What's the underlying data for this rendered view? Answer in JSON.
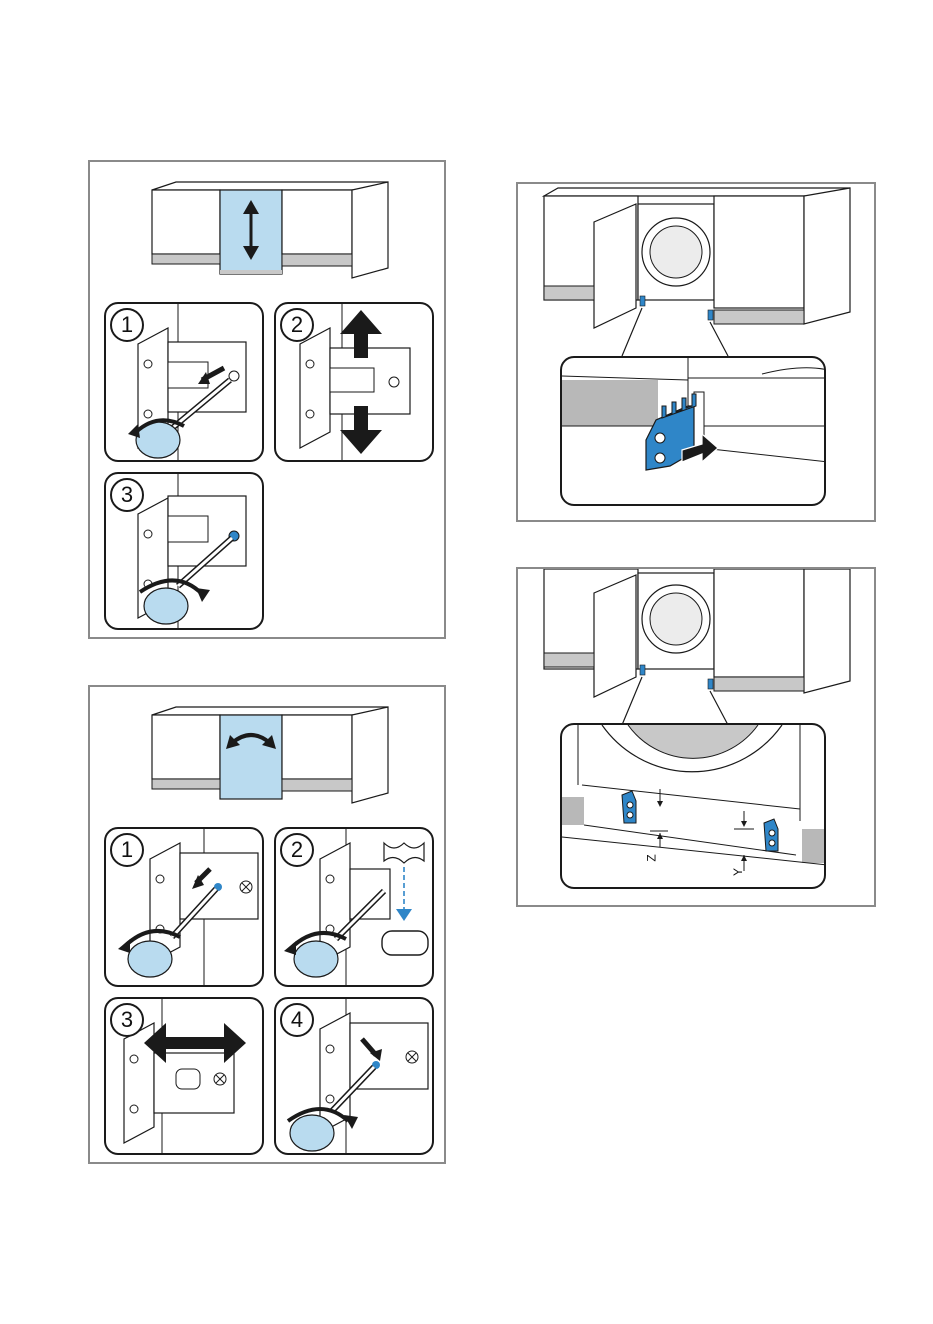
{
  "figure_a": {
    "steps": [
      "1",
      "2",
      "3"
    ]
  },
  "figure_b": {
    "steps": [
      "1",
      "2",
      "3",
      "4"
    ]
  },
  "figure_d": {
    "dimension_labels": [
      "Z",
      "Y"
    ]
  },
  "colors": {
    "accent_blue": "#2f86c8",
    "panel_blue": "#b9dbef",
    "frame_grey": "#8a8a8a",
    "plinth_grey": "#c8c8c8",
    "line": "#1a1a1a"
  },
  "icons": {
    "up_down_arrow": "double-vertical-arrow-icon",
    "rotate_arrow": "curved-double-arrow-icon",
    "left_right_arrow": "double-horizontal-arrow-icon",
    "screwdriver": "screwdriver-icon",
    "hinge": "hinge-icon",
    "door_bracket": "blue-bracket-icon"
  }
}
